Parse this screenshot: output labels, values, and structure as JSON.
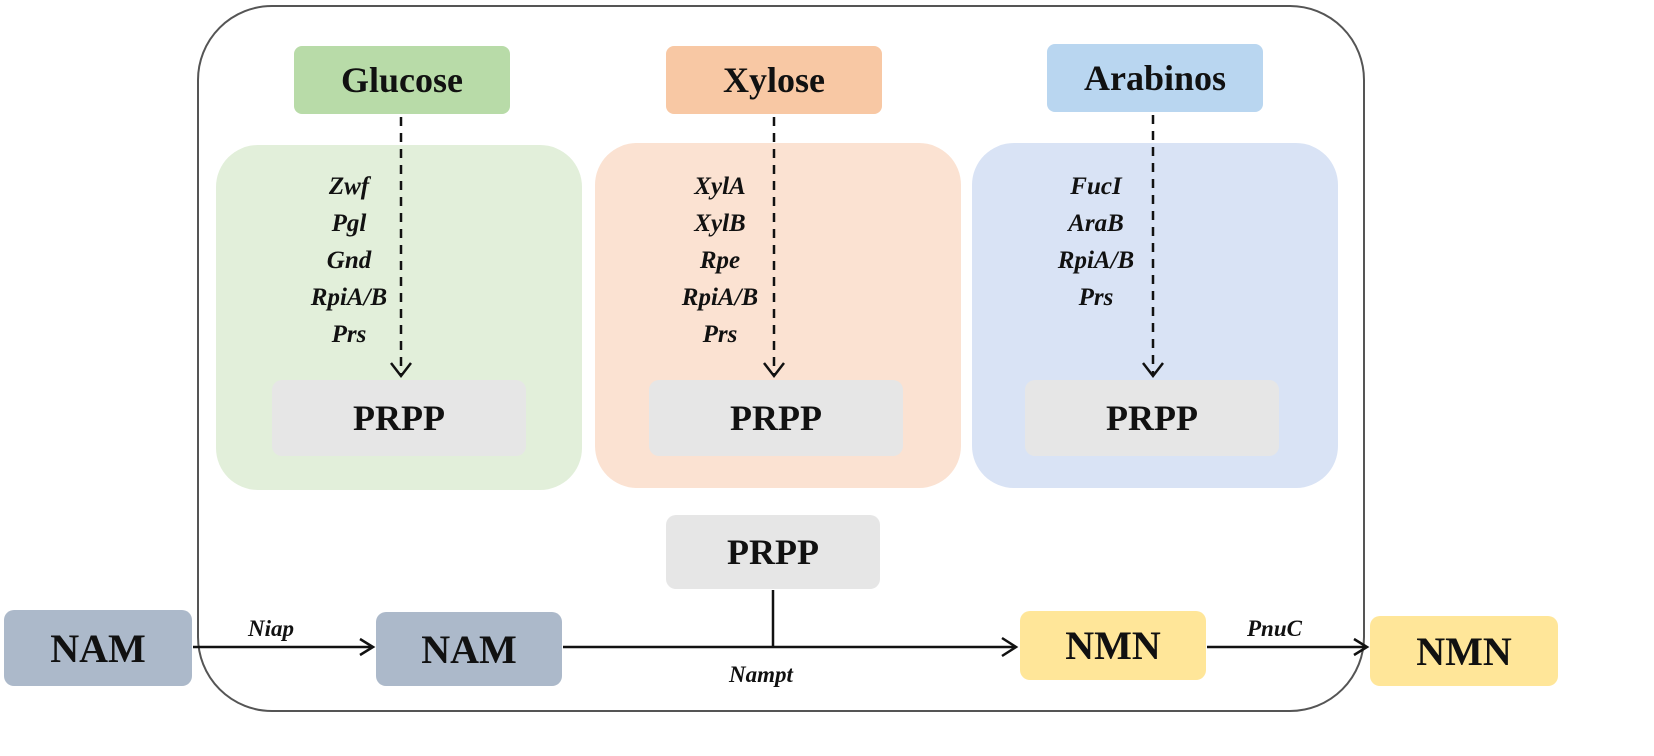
{
  "sugars": [
    {
      "label": "Glucose",
      "color": "#b8dba8"
    },
    {
      "label": "Xylose",
      "color": "#f8c8a4"
    },
    {
      "label": "Arabinos",
      "color": "#b9d6f0"
    }
  ],
  "panels": [
    {
      "color": "#e2efda",
      "genes": [
        "Zwf",
        "Pgl",
        "Gnd",
        "RpiA/B",
        "Prs"
      ],
      "product": "PRPP"
    },
    {
      "color": "#fbe2d2",
      "genes": [
        "XylA",
        "XylB",
        "Rpe",
        "RpiA/B",
        "Prs"
      ],
      "product": "PRPP"
    },
    {
      "color": "#d9e3f5",
      "genes": [
        "FucI",
        "AraB",
        "RpiA/B",
        "Prs"
      ],
      "product": "PRPP"
    }
  ],
  "pathway": {
    "prpp": "PRPP",
    "nam_out": {
      "label": "NAM",
      "color": "#acb9ca"
    },
    "nam_in": {
      "label": "NAM",
      "color": "#acb9ca"
    },
    "nmn_in": {
      "label": "NMN",
      "color": "#ffe699"
    },
    "nmn_out": {
      "label": "NMN",
      "color": "#ffe699"
    },
    "enzymes": {
      "niap": "Niap",
      "nampt": "Nampt",
      "pnuc": "PnuC"
    }
  }
}
